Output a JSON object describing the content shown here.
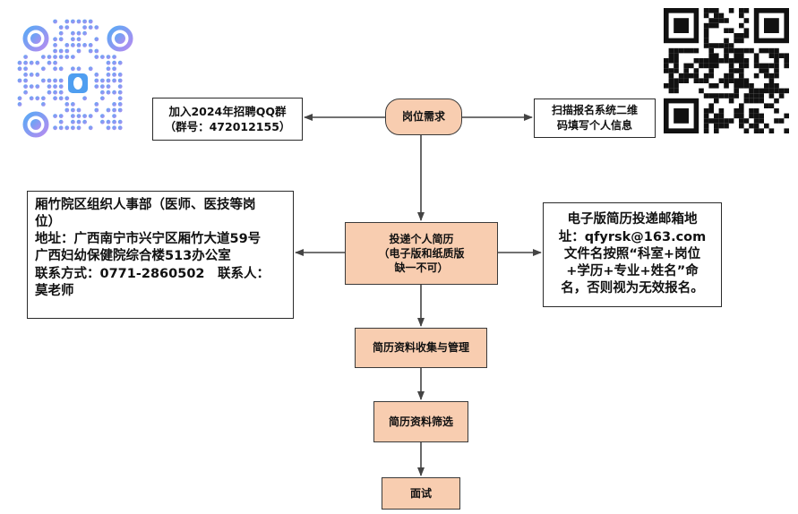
{
  "nodes": {
    "job_demand": "岗位需求",
    "qq_group": [
      "加入2024年招聘QQ群",
      "（群号：472012155）"
    ],
    "scan_qr": [
      "扫描报名系统二维",
      "码填写个人信息"
    ],
    "submit_resume": [
      "投递个人简历",
      "（电子版和纸质版",
      "缺一不可）"
    ],
    "address_box": [
      "厢竹院区组织人事部（医师、医技等岗",
      "位）",
      "地址：广西南宁市兴宁区厢竹大道59号",
      "广西妇幼保健院综合楼513办公室",
      "联系方式：0771-2860502　联系人：",
      "莫老师"
    ],
    "email_box": [
      "电子版简历投递邮箱地",
      "址：qfyrsk@163.com",
      "文件名按照“科室+岗位",
      "+学历+专业+姓名”命",
      "名，否则视为无效报名。"
    ],
    "collect_manage": "简历资料收集与管理",
    "screen": "简历资料筛选",
    "interview": "面试"
  },
  "qr_codes": [
    {
      "name": "qq-group-qr",
      "style": "rounded gradient blue-purple",
      "center_icon": "qq-penguin-icon"
    },
    {
      "name": "registration-system-qr",
      "style": "black square"
    }
  ],
  "colors": {
    "box_fill": "#f8cdb0",
    "border": "#2a2a2a",
    "arrow": "#444444",
    "qq_qr_start": "#5aa9f5",
    "qq_qr_end": "#b38cf0"
  }
}
